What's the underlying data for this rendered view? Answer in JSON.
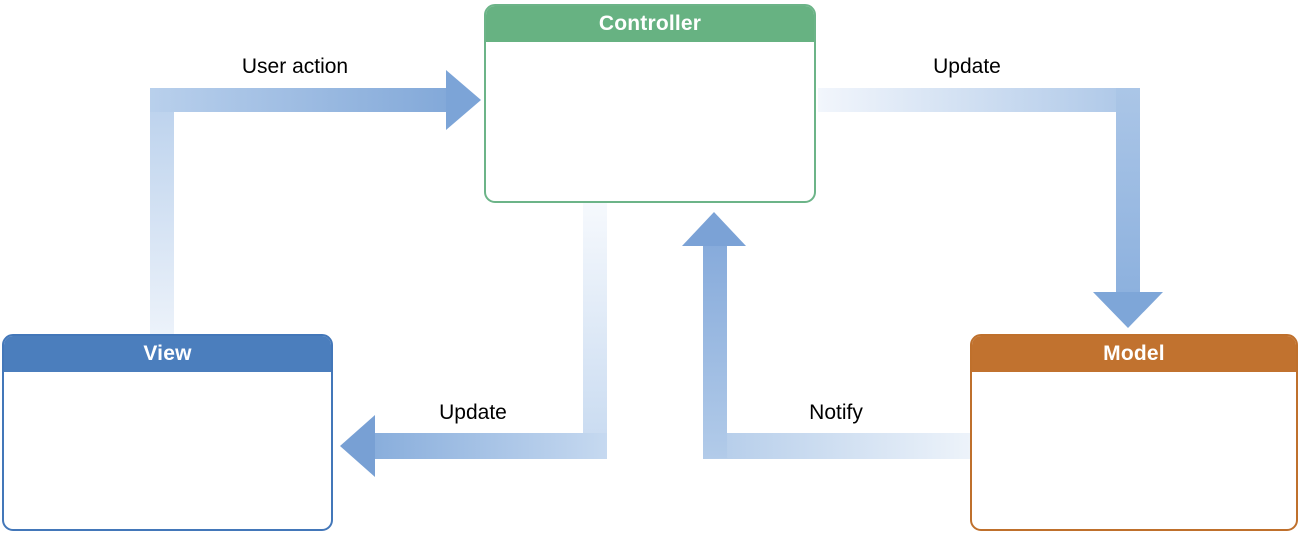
{
  "nodes": [
    {
      "id": "controller",
      "label": "Controller",
      "header_color": "#67b282",
      "border_color": "#6cb488"
    },
    {
      "id": "view",
      "label": "View",
      "header_color": "#4b7ebd",
      "border_color": "#4377b9"
    },
    {
      "id": "model",
      "label": "Model",
      "header_color": "#c1722f",
      "border_color": "#bf702c"
    }
  ],
  "edges": [
    {
      "id": "user-action",
      "label": "User action",
      "from": "view",
      "to": "controller",
      "direction": "right"
    },
    {
      "id": "update-model",
      "label": "Update",
      "from": "controller",
      "to": "model",
      "direction": "down"
    },
    {
      "id": "update-view",
      "label": "Update",
      "from": "controller",
      "to": "view",
      "direction": "left"
    },
    {
      "id": "notify",
      "label": "Notify",
      "from": "model",
      "to": "controller",
      "direction": "up"
    }
  ],
  "colors": {
    "background": "#ffffff",
    "label_text": "#000000",
    "node_title_text": "#ffffff",
    "arrow_gradient_light": "#f2f6fc",
    "arrow_gradient_dark": "#7ca4d7"
  }
}
